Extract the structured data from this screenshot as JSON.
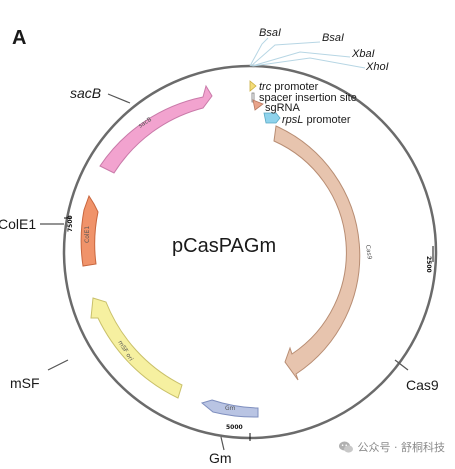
{
  "panel_label": "A",
  "plasmid_name": "pCasPAGm",
  "features": [
    {
      "id": "sacb",
      "label": "sacB",
      "inner_label": "sacB",
      "color": "#f2a3cf",
      "stroke": "#c97aa9"
    },
    {
      "id": "cole1",
      "label": "ColE1",
      "inner_label": "ColE1",
      "color": "#f0936a",
      "stroke": "#c8663e"
    },
    {
      "id": "msf",
      "label": "mSF",
      "inner_label": "mSF ori",
      "color": "#f6f0a0",
      "stroke": "#c9c06a"
    },
    {
      "id": "gm",
      "label": "Gm",
      "inner_label": "Gm",
      "color": "#b9c4e3",
      "stroke": "#7f8fbf"
    },
    {
      "id": "cas9",
      "label": "Cas9",
      "inner_label": "Cas9",
      "color": "#e7c4ae",
      "stroke": "#b88d73"
    }
  ],
  "small_features": [
    {
      "id": "trc",
      "label_italic": "trc",
      "label_rest": " promoter",
      "color": "#f3dc7a"
    },
    {
      "id": "spacer",
      "label_italic": "",
      "label_rest": "spacer insertion site",
      "color": "#ffffff"
    },
    {
      "id": "sgrna",
      "label_italic": "",
      "label_rest": "sgRNA",
      "color": "#e8a38a"
    },
    {
      "id": "rpsl",
      "label_italic": "rpsL",
      "label_rest": " promoter",
      "color": "#8fd3ec"
    }
  ],
  "sites": [
    "BsaI",
    "BsaI",
    "XbaI",
    "XhoI"
  ],
  "ticks": [
    "2500",
    "5000",
    "7500"
  ],
  "watermark": "公众号 · 舒桐科技"
}
